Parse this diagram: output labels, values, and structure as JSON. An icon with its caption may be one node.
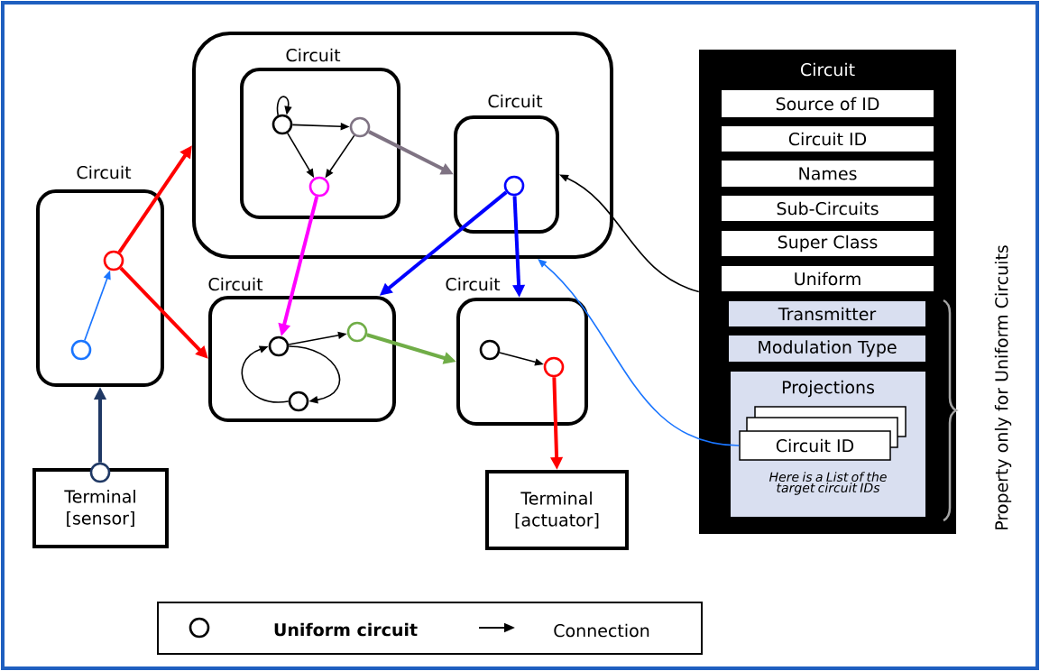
{
  "diagram": {
    "nodes": [
      {
        "text": [],
        "shape": "box"
      },
      {
        "text": [
          "Circuit"
        ],
        "in": 0
      },
      {
        "text": [
          "Circuit"
        ],
        "in": 0
      },
      {
        "text": [
          "Circuit"
        ]
      },
      {
        "text": [
          "Circuit"
        ]
      },
      {
        "text": [
          "Circuit"
        ]
      },
      {
        "text": [
          "Terminal [sensor]"
        ]
      },
      {
        "text": [
          "Terminal [actuator]"
        ]
      },
      {
        "text": [
          "Circuit"
        ]
      },
      {
        "text": [
          "Source of ID"
        ],
        "in": 8
      },
      {
        "text": [
          "Circuit ID"
        ],
        "in": 8
      },
      {
        "text": [
          "Names"
        ],
        "in": 8
      },
      {
        "text": [
          "Sub-Circuits"
        ],
        "in": 8
      },
      {
        "text": [
          "Super Class"
        ],
        "in": 8
      },
      {
        "text": [
          "Uniform"
        ],
        "in": 8
      },
      {
        "text": [
          "Transmitter"
        ],
        "in": 8
      },
      {
        "text": [
          "Modulation Type"
        ],
        "in": 8
      },
      {
        "text": [
          "Projections",
          "Here is a List of the target circuit IDs"
        ],
        "in": 8
      },
      {
        "text": [],
        "shape": "box",
        "in": 17
      },
      {
        "text": [],
        "shape": "box",
        "in": 17
      },
      {
        "text": [
          "Circuit ID"
        ],
        "in": 17
      },
      {
        "text": [],
        "shape": "circle",
        "in": 1
      },
      {
        "text": [],
        "shape": "circle",
        "in": 1
      },
      {
        "text": [],
        "shape": "circle",
        "in": 1
      },
      {
        "text": [],
        "shape": "circle",
        "in": 2
      },
      {
        "text": [],
        "shape": "circle",
        "in": 3
      },
      {
        "text": [],
        "shape": "circle",
        "in": 3
      },
      {
        "text": [],
        "shape": "circle",
        "in": 4
      },
      {
        "text": [],
        "shape": "circle",
        "in": 4
      },
      {
        "text": [],
        "shape": "circle",
        "in": 4
      },
      {
        "text": [],
        "shape": "circle",
        "in": 5
      },
      {
        "text": [],
        "shape": "circle",
        "in": 5
      },
      {
        "text": [],
        "shape": "circle"
      }
    ],
    "edges": [
      {
        "from": 21,
        "to": 21,
        "arrow": "to"
      },
      {
        "from": 21,
        "to": 22,
        "arrow": "to"
      },
      {
        "from": 21,
        "to": 23,
        "arrow": "to"
      },
      {
        "from": 22,
        "to": 23,
        "arrow": "to"
      },
      {
        "from": 22,
        "to": 2,
        "arrow": "to",
        "style": "thick",
        "color": "#7f7383"
      },
      {
        "from": 23,
        "to": 27,
        "arrow": "to",
        "style": "thick",
        "color": "#ff00ff"
      },
      {
        "from": 24,
        "to": 4,
        "arrow": "to",
        "style": "thick",
        "color": "#0000ff"
      },
      {
        "from": 24,
        "to": 5,
        "arrow": "to",
        "style": "thick",
        "color": "#0000ff"
      },
      {
        "from": 25,
        "to": 0,
        "arrow": "to",
        "style": "thick",
        "color": "#ff0000"
      },
      {
        "from": 25,
        "to": 4,
        "arrow": "to",
        "style": "thick",
        "color": "#ff0000"
      },
      {
        "from": 26,
        "to": 25,
        "arrow": "to",
        "color": "#1a75ff"
      },
      {
        "from": 32,
        "to": 3,
        "arrow": "to",
        "style": "thick",
        "color": "#1f3864"
      },
      {
        "from": 27,
        "to": 28,
        "arrow": "to"
      },
      {
        "from": 27,
        "to": 29,
        "arrow": "to"
      },
      {
        "from": 29,
        "to": 27,
        "arrow": "to"
      },
      {
        "from": 28,
        "to": 5,
        "arrow": "to",
        "style": "thick",
        "color": "#70ad47"
      },
      {
        "from": 30,
        "to": 31,
        "arrow": "to"
      },
      {
        "from": 31,
        "to": 7,
        "arrow": "to",
        "style": "thick",
        "color": "#ff0000"
      },
      {
        "from": 8,
        "to": 2,
        "arrow": "to"
      },
      {
        "from": 20,
        "to": 0,
        "arrow": "to",
        "color": "#1a75ff"
      }
    ],
    "labels": [
      "Property only for Uniform Circuits"
    ],
    "legend": [
      {
        "text": "Uniform circuit"
      },
      {
        "text": "Connection"
      }
    ]
  }
}
